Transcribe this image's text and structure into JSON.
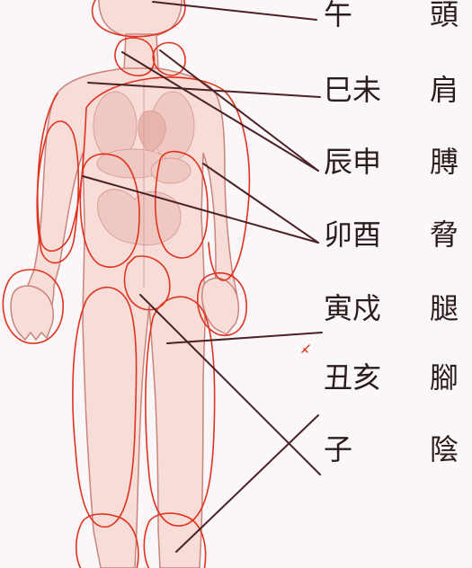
{
  "branches": [
    {
      "id": "wu",
      "text": "午"
    },
    {
      "id": "si-wei",
      "text": "巳未"
    },
    {
      "id": "chen-shen",
      "text": "辰申"
    },
    {
      "id": "mao-you",
      "text": "卯酉"
    },
    {
      "id": "yin-xu",
      "text": "寅戍"
    },
    {
      "id": "chou-hai",
      "text": "丑亥"
    },
    {
      "id": "zi",
      "text": "子"
    }
  ],
  "body_parts": [
    {
      "id": "head",
      "text": "頭"
    },
    {
      "id": "shoulder",
      "text": "肩"
    },
    {
      "id": "upper-arm",
      "text": "膊"
    },
    {
      "id": "ribs",
      "text": "脅"
    },
    {
      "id": "thigh",
      "text": "腿"
    },
    {
      "id": "foot",
      "text": "腳"
    },
    {
      "id": "genital",
      "text": "陰"
    }
  ],
  "colors": {
    "background": "#fbf6f7",
    "skin": "#f7dcd8",
    "skin_shadow": "#efc6c0",
    "outline": "#c9847c",
    "red_circle": "#e0331f",
    "connector": "#4a2226",
    "text": "#2b1c1c"
  }
}
